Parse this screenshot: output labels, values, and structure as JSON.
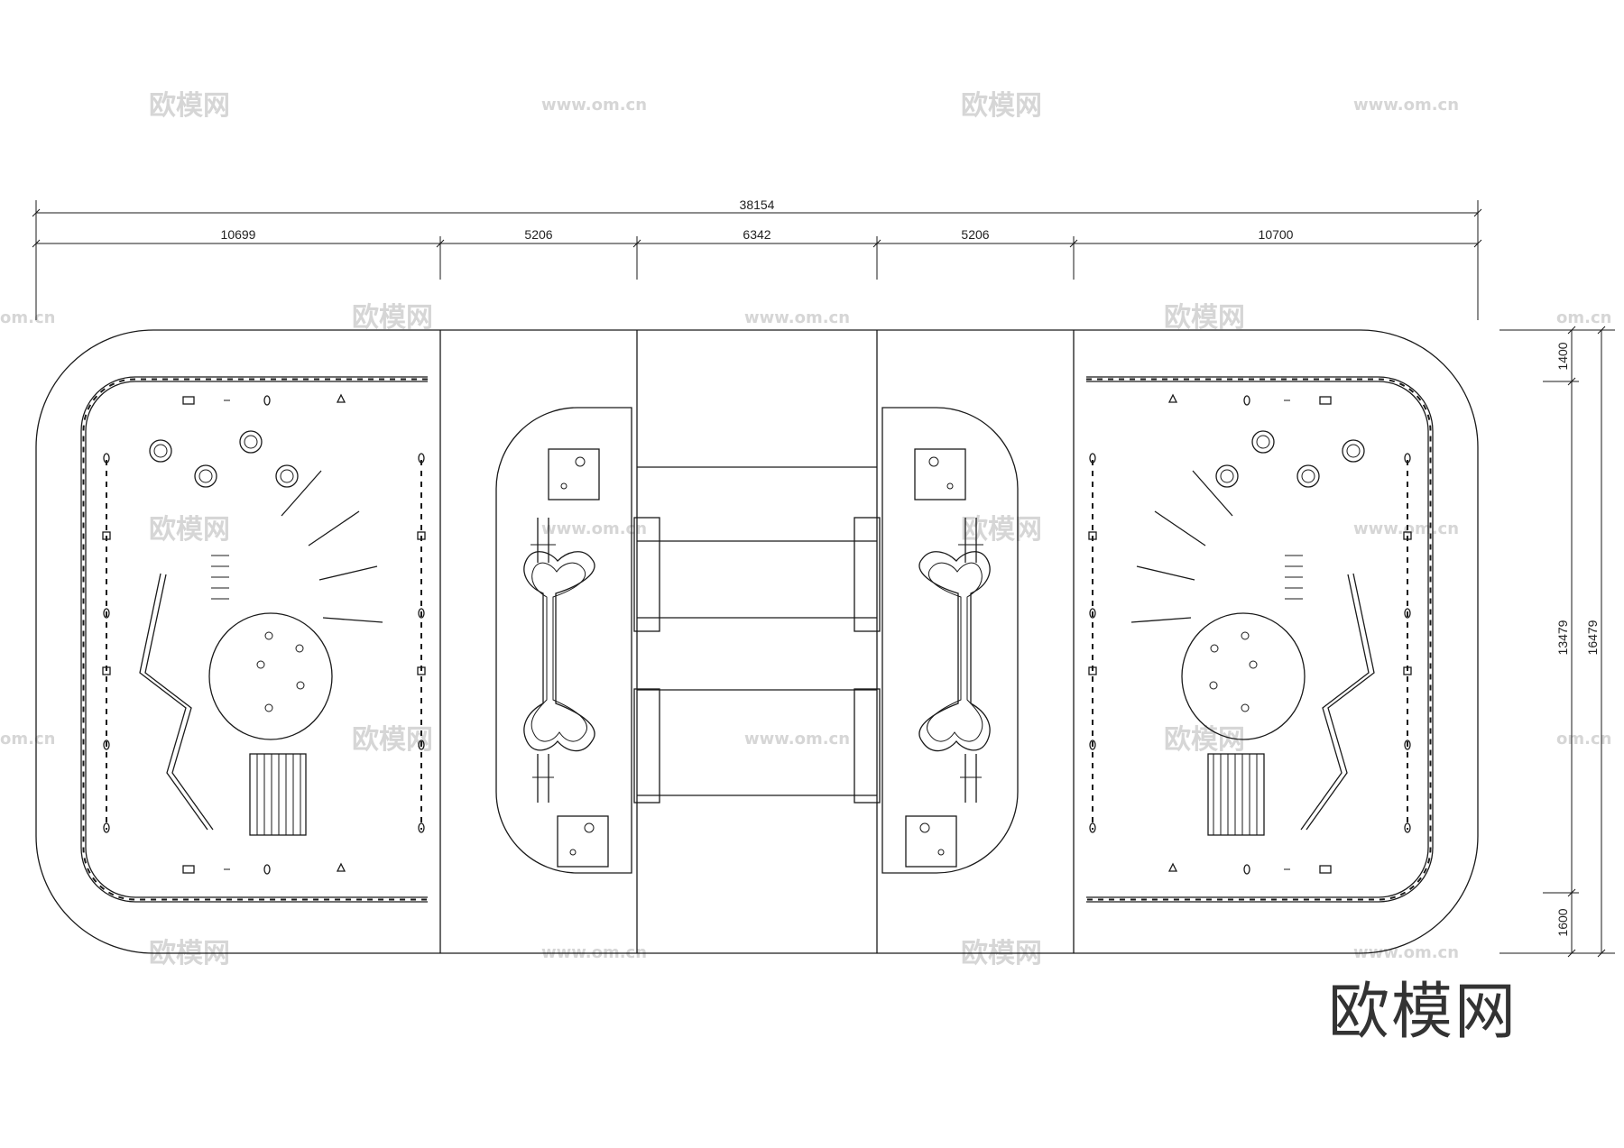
{
  "dimensions": {
    "overall_width": "38154",
    "segments": [
      "10699",
      "5206",
      "6342",
      "5206",
      "10700"
    ],
    "right_side": {
      "top_margin": "1400",
      "inner_height": "13479",
      "bottom_margin": "1600",
      "overall_height": "16479"
    }
  },
  "watermarks": {
    "logo_text": "欧模网",
    "url_text": "www.om.cn",
    "url_short": "om.cn"
  },
  "brand_mark": "欧模网"
}
